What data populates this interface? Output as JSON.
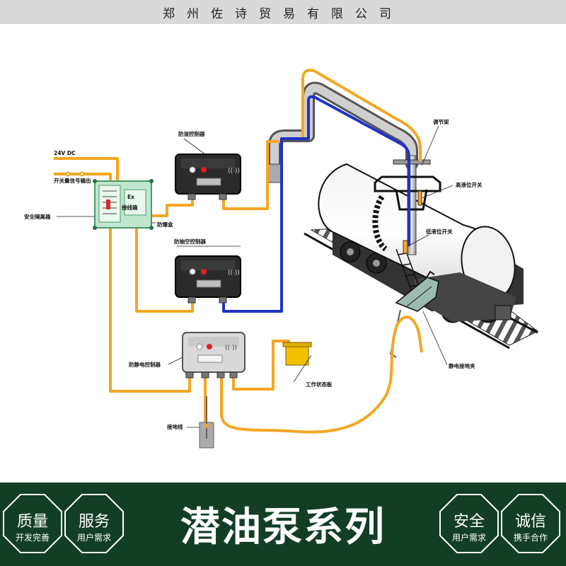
{
  "header": {
    "company": "郑州佐诗贸易有限公司"
  },
  "diagram": {
    "labels": {
      "dc24v": "24V DC",
      "switch_output": "开关量信号输出",
      "safety_barrier": "安全隔离器",
      "ex_box_line1": "Ex",
      "ex_box_line2": "接线箱",
      "explosion_box": "防爆盒",
      "overflow_controller": "防溢控制器",
      "antidraw_controller": "防抽空控制器",
      "static_controller": "防静电控制器",
      "status_board": "工作状态板",
      "ground_wire": "接地线",
      "adjust_frame": "调节架",
      "high_level_switch": "高液位开关",
      "low_level_switch": "低液位开关",
      "static_clamp": "静电接地夹"
    }
  },
  "footer": {
    "title": "潜油泵系列",
    "badges": [
      {
        "title": "质量",
        "subtitle": "开发完善"
      },
      {
        "title": "服务",
        "subtitle": "用户需求"
      },
      {
        "title": "安全",
        "subtitle": "用户需求"
      },
      {
        "title": "诚信",
        "subtitle": "携手合作"
      }
    ],
    "colors": {
      "background": "#123e25"
    }
  }
}
